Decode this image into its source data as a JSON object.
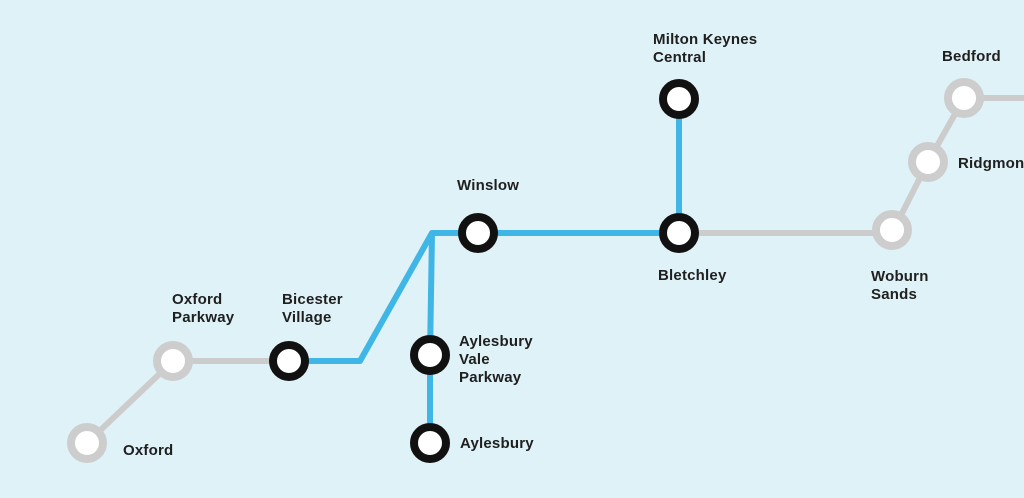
{
  "map": {
    "colors": {
      "background": "#dff2f8",
      "active_line": "#3fb6e6",
      "inactive_line": "#cccccc",
      "active_station_ring": "#111111",
      "inactive_station_ring": "#cdcdcd",
      "station_fill": "#ffffff",
      "label_text": "#1f1f1f"
    },
    "stations": {
      "oxford": {
        "label": "Oxford",
        "status": "inactive"
      },
      "oxford_parkway": {
        "label": "Oxford\nParkway",
        "status": "inactive"
      },
      "bicester_village": {
        "label": "Bicester\nVillage",
        "status": "active"
      },
      "winslow": {
        "label": "Winslow",
        "status": "active"
      },
      "aylesbury_vale_parkway": {
        "label": "Aylesbury\nVale\nParkway",
        "status": "active"
      },
      "aylesbury": {
        "label": "Aylesbury",
        "status": "active"
      },
      "bletchley": {
        "label": "Bletchley",
        "status": "active"
      },
      "milton_keynes_central": {
        "label": "Milton Keynes\nCentral",
        "status": "active"
      },
      "woburn_sands": {
        "label": "Woburn\nSands",
        "status": "inactive"
      },
      "ridgmont": {
        "label": "Ridgmont",
        "status": "inactive"
      },
      "bedford": {
        "label": "Bedford",
        "status": "inactive"
      }
    }
  }
}
